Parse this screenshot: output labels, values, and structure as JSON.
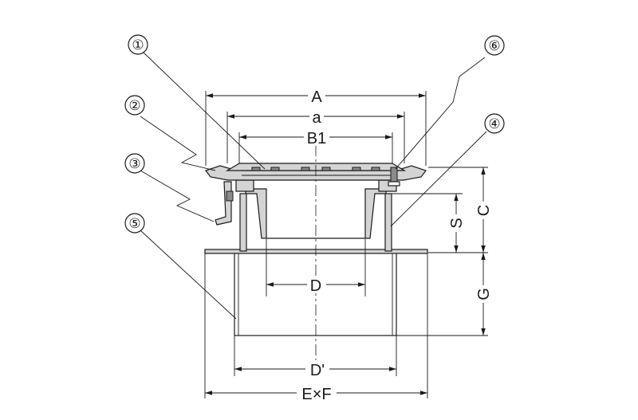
{
  "dimensions": {
    "A": "A",
    "a": "a",
    "B1": "B1",
    "D": "D",
    "D_prime": "D'",
    "ExF": "E×F",
    "C": "C",
    "S": "S",
    "G": "G"
  },
  "callouts": [
    "①",
    "②",
    "③",
    "④",
    "⑤",
    "⑥"
  ]
}
